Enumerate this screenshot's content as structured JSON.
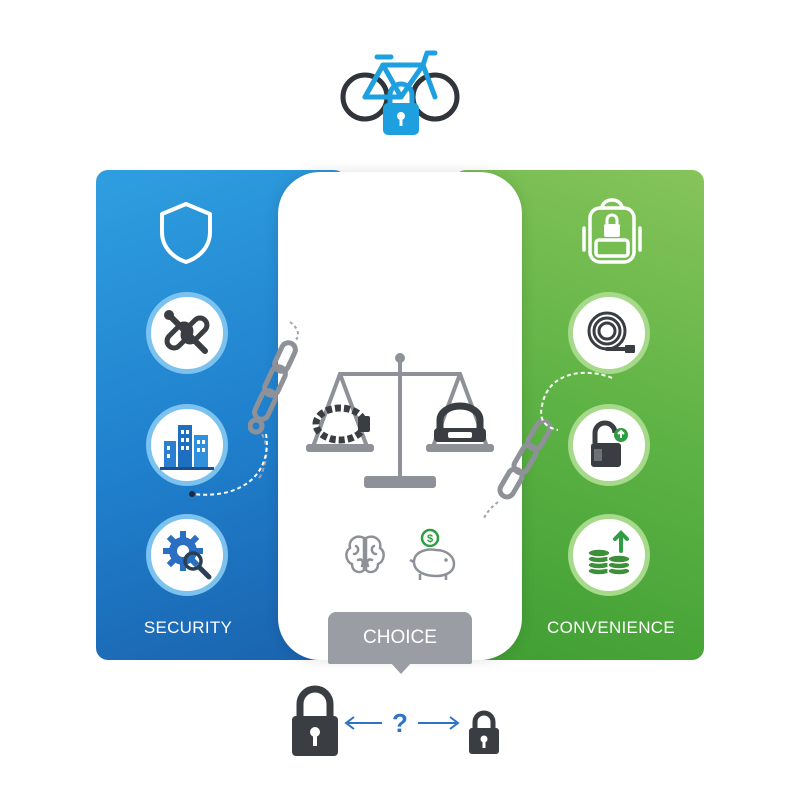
{
  "labels": {
    "left": "SECURITY",
    "right": "CONVENIENCE",
    "center": "CHOICE",
    "question": "?"
  },
  "colors": {
    "security_blue": "#1f7fcc",
    "convenience_green": "#5db244",
    "choice_gray": "#9a9ea4",
    "icon_dark": "#3a3d42",
    "accent_blue": "#2d74c4"
  },
  "icons": {
    "top": "bike-with-padlock-icon",
    "left": [
      "shield-icon",
      "broken-chain-tools-icon",
      "city-buildings-icon",
      "gear-magnifier-icon"
    ],
    "right": [
      "backpack-lock-icon",
      "coiled-cable-icon",
      "unlocked-padlock-icon",
      "coin-stacks-icon"
    ],
    "center": [
      "balance-scale-icon",
      "chain-lock-icon",
      "u-lock-icon",
      "brain-icon",
      "piggy-bank-icon"
    ],
    "bottom": [
      "large-padlock-icon",
      "arrow-left-icon",
      "arrow-right-icon",
      "small-padlock-icon"
    ]
  }
}
